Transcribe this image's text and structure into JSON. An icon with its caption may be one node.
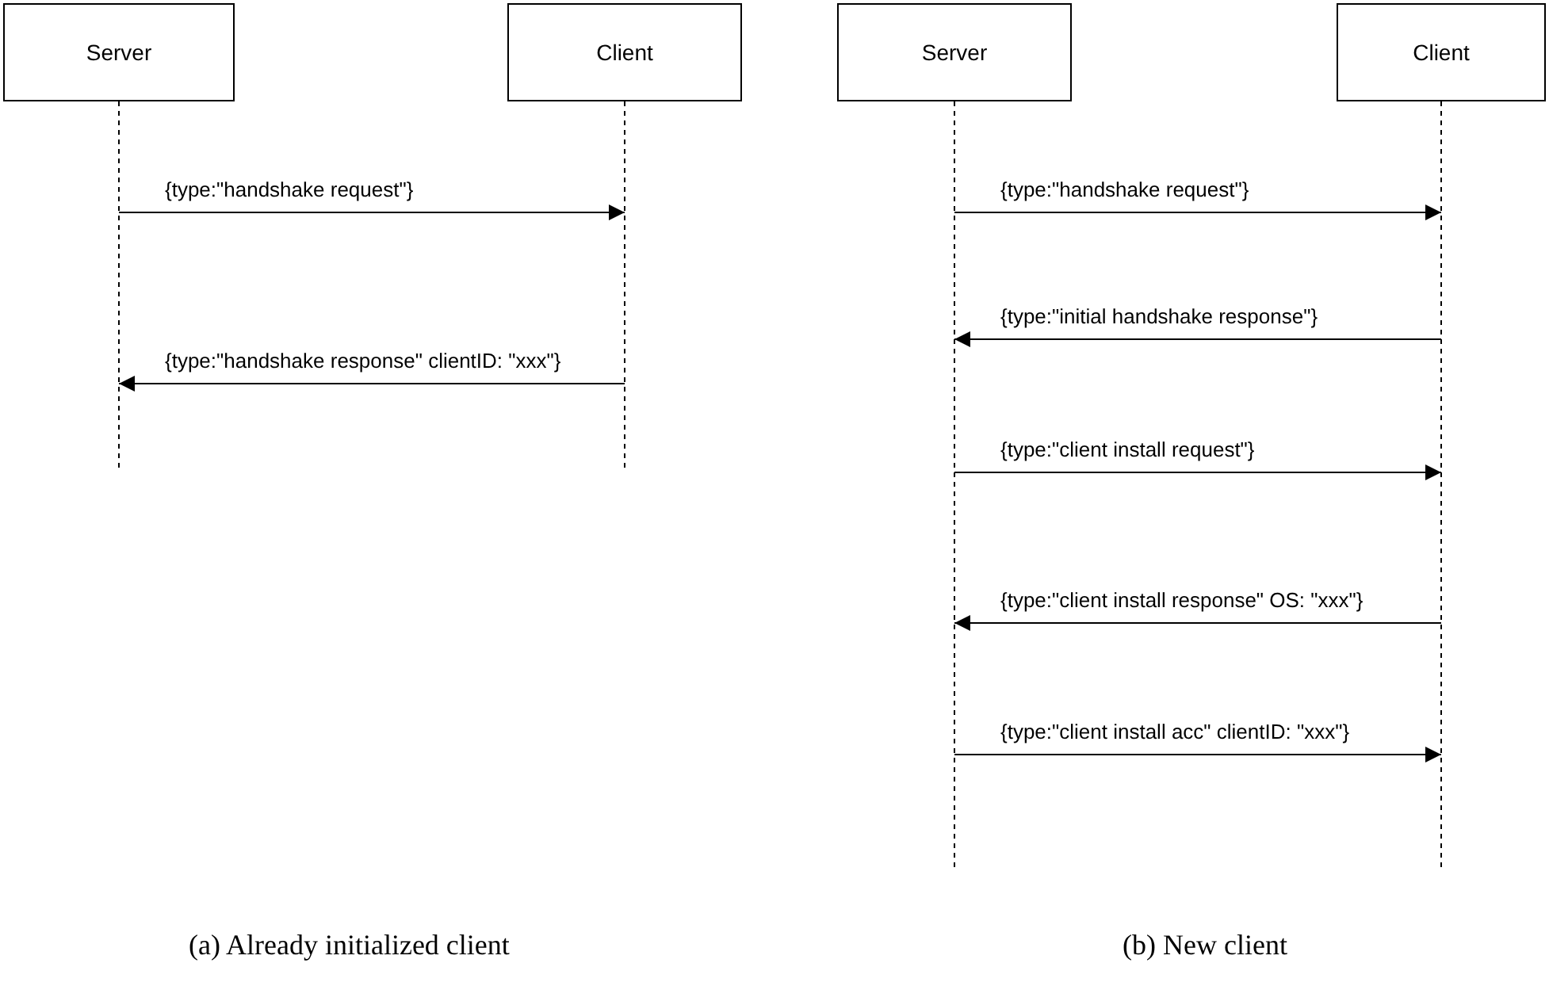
{
  "diagram": {
    "nodes": [
      {
        "text": [
          "Server"
        ]
      },
      {
        "text": [
          "Client"
        ]
      },
      {
        "text": [
          "Server"
        ]
      },
      {
        "text": [
          "Client"
        ]
      }
    ],
    "edges": [
      {
        "from": 0,
        "to": 1,
        "arrow": "to",
        "label": "{type:\"handshake request\"}"
      },
      {
        "from": 1,
        "to": 0,
        "arrow": "to",
        "label": "{type:\"handshake response\" clientID: \"xxx\"}"
      },
      {
        "from": 2,
        "to": 3,
        "arrow": "to",
        "label": "{type:\"handshake request\"}"
      },
      {
        "from": 3,
        "to": 2,
        "arrow": "to",
        "label": "{type:\"initial handshake response\"}"
      },
      {
        "from": 2,
        "to": 3,
        "arrow": "to",
        "label": "{type:\"client install request\"}"
      },
      {
        "from": 3,
        "to": 2,
        "arrow": "to",
        "label": "{type:\"client install response\" OS: \"xxx\"}"
      },
      {
        "from": 2,
        "to": 3,
        "arrow": "to",
        "label": "{type:\"client install acc\" clientID: \"xxx\"}"
      }
    ],
    "labels": [
      "(a) Already initialized client",
      "(b) New client"
    ]
  }
}
